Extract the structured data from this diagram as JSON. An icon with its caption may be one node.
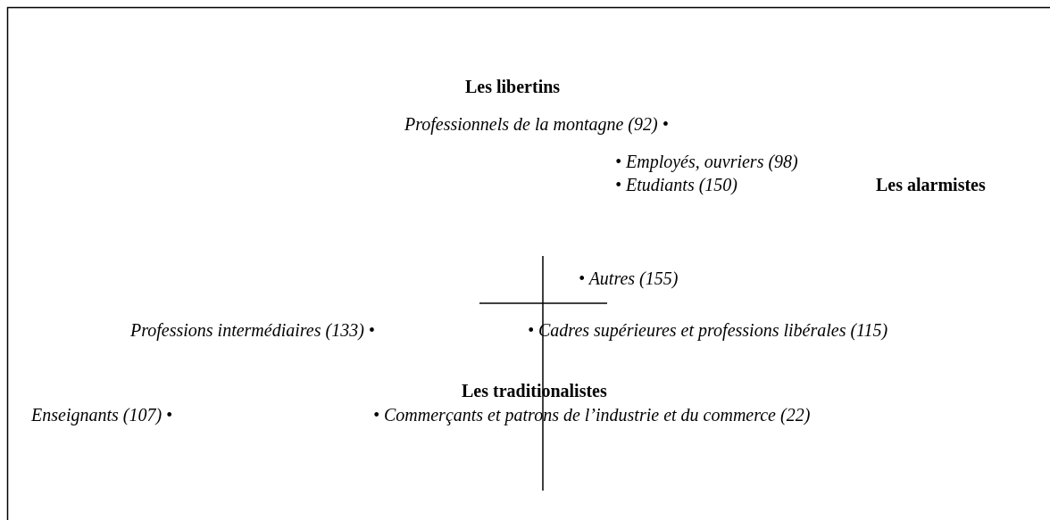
{
  "diagram": {
    "labels": [
      "Les libertins",
      "Professionnels de la montagne (92) •",
      "• Employés, ouvriers (98)",
      "• Etudiants (150)",
      "Les alarmistes",
      "• Autres (155)",
      "Professions intermédiaires (133) •",
      "• Cadres supérieures et professions libérales (115)",
      "Les traditionalistes",
      "Enseignants (107) •",
      "• Commerçants et patrons de l’industrie et du commerce (22)"
    ]
  }
}
